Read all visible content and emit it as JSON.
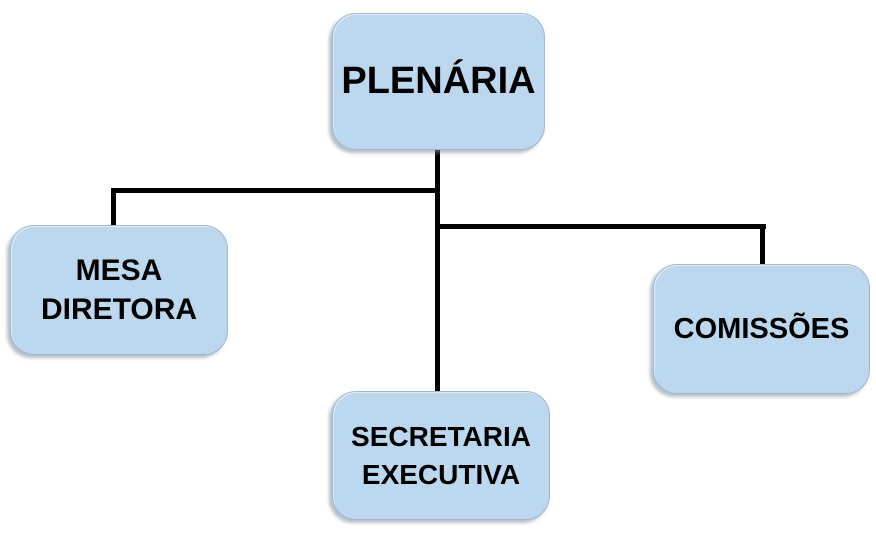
{
  "diagram": {
    "type": "org-chart",
    "background": "#FFFFFF",
    "colors": {
      "node_fill": "#BDD7EE",
      "node_border": "#9FB8CF",
      "connector": "#000000",
      "text": "#000000"
    },
    "nodes": [
      {
        "id": "plenaria",
        "label": "PLENÁRIA"
      },
      {
        "id": "mesa-diretora",
        "label": "MESA\nDIRETORA"
      },
      {
        "id": "secretaria-executiva",
        "label": "SECRETARIA\nEXECUTIVA"
      },
      {
        "id": "comissoes",
        "label": "COMISSÕES"
      }
    ],
    "connections": [
      [
        "plenaria",
        "mesa-diretora"
      ],
      [
        "plenaria",
        "secretaria-executiva"
      ],
      [
        "plenaria",
        "comissoes"
      ]
    ]
  }
}
